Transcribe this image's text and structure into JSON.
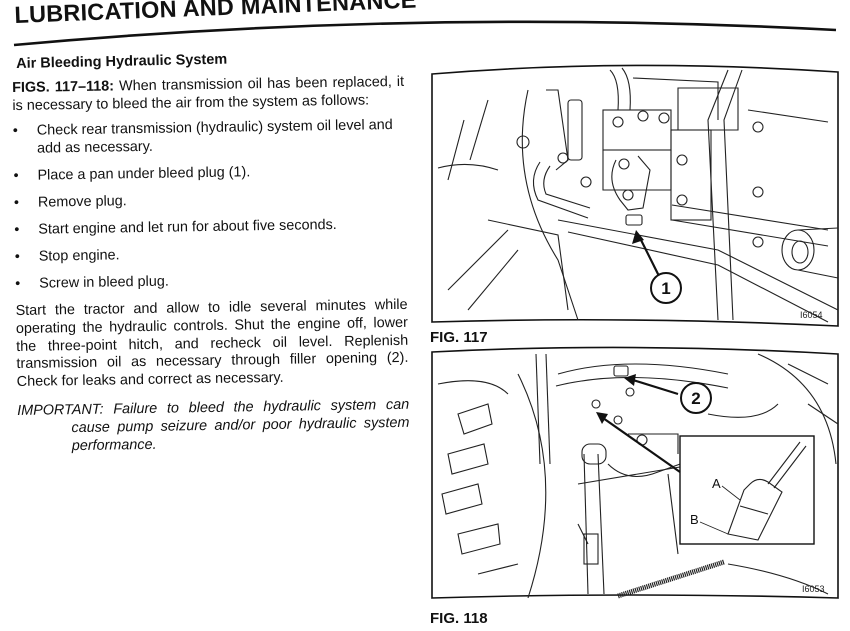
{
  "page": {
    "title": "LUBRICATION AND MAINTENANCE",
    "section_heading": "Air Bleeding Hydraulic System",
    "intro": {
      "fig_ref": "FIGS. 117–118:",
      "text": " When transmission oil has been replaced, it is necessary to bleed the air from the system as follows:"
    },
    "bullet_glyph": "•",
    "steps": [
      "Check rear transmission (hydraulic) system oil level and add as necessary.",
      "Place a pan under bleed plug (1).",
      "Remove plug.",
      "Start engine and let run for about five seconds.",
      "Stop engine.",
      "Screw in bleed plug."
    ],
    "paragraph": "Start the tractor and allow to idle several minutes while operating the hydraulic controls. Shut the engine off, lower the three-point hitch, and recheck oil level. Replenish transmission oil as necessary through filler opening (2). Check for leaks and correct as necessary.",
    "important": {
      "label": "IMPORTANT:",
      "text": " Failure to bleed the hydraulic system can cause pump seizure and/or poor hydraulic system performance."
    }
  },
  "figures": [
    {
      "caption": "FIG. 117",
      "code": "I6054",
      "callouts": [
        "1"
      ],
      "subject": "hydraulic-valve-bleed-plug"
    },
    {
      "caption": "FIG. 118",
      "code": "I6053",
      "callouts": [
        "2"
      ],
      "inset_labels": [
        "A",
        "B"
      ],
      "subject": "transmission-filler-opening-dipstick"
    }
  ]
}
